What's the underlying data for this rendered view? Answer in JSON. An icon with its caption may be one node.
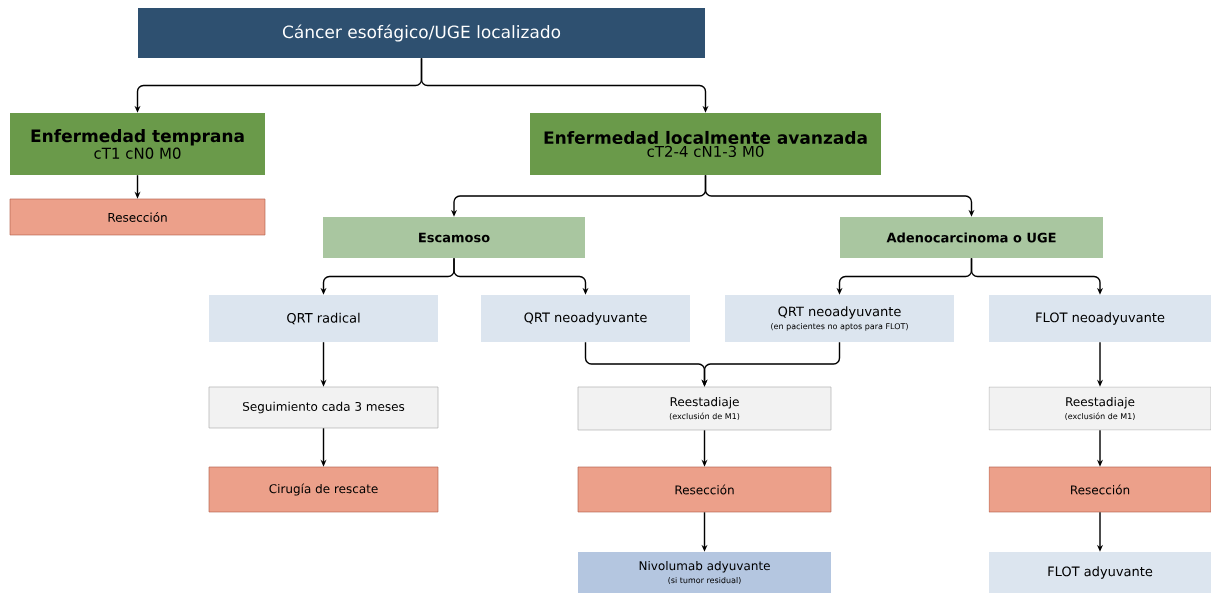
{
  "diagram": {
    "nodes": [
      {
        "text": [
          "Cáncer esofágico/UGE localizado"
        ]
      },
      {
        "text": [
          "Enfermedad temprana",
          "cT1 cN0 M0"
        ]
      },
      {
        "text": [
          "Resección"
        ]
      },
      {
        "text": [
          "Enfermedad localmente avanzada",
          "cT2-4 cN1-3 M0"
        ]
      },
      {
        "text": [
          "Escamoso"
        ]
      },
      {
        "text": [
          "Adenocarcinoma o UGE"
        ]
      },
      {
        "text": [
          "QRT radical"
        ]
      },
      {
        "text": [
          "QRT neoadyuvante"
        ]
      },
      {
        "text": [
          "QRT neoadyuvante",
          "(en pacientes no aptos para FLOT)"
        ]
      },
      {
        "text": [
          "FLOT neoadyuvante"
        ]
      },
      {
        "text": [
          "Seguimiento cada 3 meses"
        ]
      },
      {
        "text": [
          "Reestadiaje",
          "(exclusión de M1)"
        ]
      },
      {
        "text": [
          "Reestadiaje",
          "(exclusión de M1)"
        ]
      },
      {
        "text": [
          "Cirugía de rescate"
        ]
      },
      {
        "text": [
          "Resección"
        ]
      },
      {
        "text": [
          "Resección"
        ]
      },
      {
        "text": [
          "Nivolumab adyuvante",
          "(si tumor residual)"
        ]
      },
      {
        "text": [
          "FLOT adyuvante"
        ]
      }
    ],
    "edges": [
      {
        "from": 0,
        "to": 1,
        "arrow": "to"
      },
      {
        "from": 0,
        "to": 3,
        "arrow": "to"
      },
      {
        "from": 1,
        "to": 2,
        "arrow": "to"
      },
      {
        "from": 3,
        "to": 4,
        "arrow": "to"
      },
      {
        "from": 3,
        "to": 5,
        "arrow": "to"
      },
      {
        "from": 4,
        "to": 6,
        "arrow": "to"
      },
      {
        "from": 4,
        "to": 7,
        "arrow": "to"
      },
      {
        "from": 5,
        "to": 8,
        "arrow": "to"
      },
      {
        "from": 5,
        "to": 9,
        "arrow": "to"
      },
      {
        "from": 6,
        "to": 10,
        "arrow": "to"
      },
      {
        "from": 10,
        "to": 13,
        "arrow": "to"
      },
      {
        "from": 7,
        "to": 11,
        "arrow": "to"
      },
      {
        "from": 8,
        "to": 11,
        "arrow": "to"
      },
      {
        "from": 11,
        "to": 14,
        "arrow": "to"
      },
      {
        "from": 14,
        "to": 16,
        "arrow": "to"
      },
      {
        "from": 9,
        "to": 12,
        "arrow": "to"
      },
      {
        "from": 12,
        "to": 15,
        "arrow": "to"
      },
      {
        "from": 15,
        "to": 17,
        "arrow": "to"
      }
    ]
  }
}
